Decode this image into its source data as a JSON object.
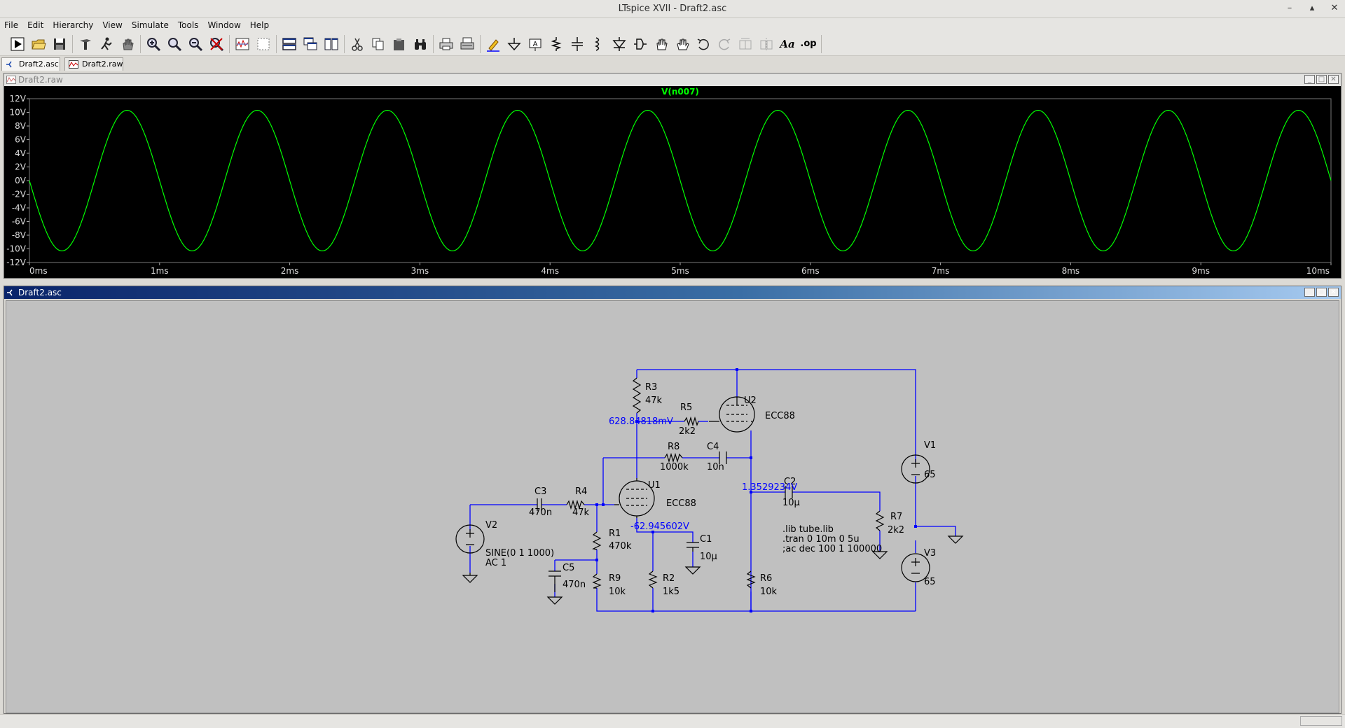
{
  "window": {
    "title": "LTspice XVII - Draft2.asc",
    "controls": [
      "–",
      "▴",
      "✕"
    ]
  },
  "menu": [
    "File",
    "Edit",
    "Hierarchy",
    "View",
    "Simulate",
    "Tools",
    "Window",
    "Help"
  ],
  "toolbar": {
    "icons": [
      "run-icon",
      "open-icon",
      "save-icon",
      "control-panel-icon",
      "halt-icon",
      "hand-icon",
      "zoom-in-icon",
      "zoom-box-icon",
      "zoom-out-icon",
      "zoom-cancel-icon",
      "autorange-icon",
      "fit-icon",
      "tile-horizontal-icon",
      "cascade-icon",
      "tile-vertical-icon",
      "cut-icon",
      "copy-icon",
      "paste-icon",
      "find-icon",
      "print-icon",
      "print-setup-icon",
      "draw-wire-icon",
      "ground-icon",
      "label-net-icon",
      "resistor-icon",
      "capacitor-icon",
      "inductor-icon",
      "diode-icon",
      "component-icon",
      "move-icon",
      "drag-icon",
      "undo-icon",
      "redo-icon",
      "rotate-icon",
      "mirror-icon",
      "text-icon",
      "spice-directive-icon"
    ],
    "text_icon_label": "Aa",
    "op_icon_label": ".op"
  },
  "tabs": [
    {
      "label": "Draft2.asc",
      "active": true
    },
    {
      "label": "Draft2.raw",
      "active": false
    }
  ],
  "waveform": {
    "window_title": "Draft2.raw",
    "trace_label": "V(n007)",
    "trace_color": "#00ff00",
    "y_ticks": [
      "12V",
      "10V",
      "8V",
      "6V",
      "4V",
      "2V",
      "0V",
      "-2V",
      "-4V",
      "-6V",
      "-8V",
      "-10V",
      "-12V"
    ],
    "x_ticks": [
      "0ms",
      "1ms",
      "2ms",
      "3ms",
      "4ms",
      "5ms",
      "6ms",
      "7ms",
      "8ms",
      "9ms",
      "10ms"
    ]
  },
  "chart_data": {
    "type": "line",
    "title": "V(n007)",
    "xlabel": "",
    "ylabel": "",
    "x_range_ms": [
      0,
      10
    ],
    "ylim": [
      -12,
      12
    ],
    "series": [
      {
        "name": "V(n007)",
        "color": "#00ff00",
        "waveform": "inverted sine",
        "amplitude_v": 10.3,
        "frequency_hz": 1000,
        "offset_v": 0
      }
    ],
    "grid": false
  },
  "schematic": {
    "window_title": "Draft2.asc",
    "wire_color": "#0000ff",
    "components": {
      "R3": {
        "name": "R3",
        "value": "47k"
      },
      "R5": {
        "name": "R5",
        "value": "2k2"
      },
      "U2": {
        "name": "U2",
        "value": "ECC88"
      },
      "R8": {
        "name": "R8",
        "value": "1000k"
      },
      "C4": {
        "name": "C4",
        "value": "10n"
      },
      "V1": {
        "name": "V1",
        "value": "65"
      },
      "C3": {
        "name": "C3",
        "value": "470n"
      },
      "R4": {
        "name": "R4",
        "value": "47k"
      },
      "U1": {
        "name": "U1",
        "value": "ECC88"
      },
      "C2": {
        "name": "C2",
        "value": "10µ"
      },
      "V2": {
        "name": "V2",
        "value": "SINE(0 1 1000)",
        "value2": "AC 1"
      },
      "R1": {
        "name": "R1",
        "value": "470k"
      },
      "C1": {
        "name": "C1",
        "value": "10µ"
      },
      "R7": {
        "name": "R7",
        "value": "2k2"
      },
      "C5": {
        "name": "C5",
        "value": "470n"
      },
      "R9": {
        "name": "R9",
        "value": "10k"
      },
      "R2": {
        "name": "R2",
        "value": "1k5"
      },
      "R6": {
        "name": "R6",
        "value": "10k"
      },
      "V3": {
        "name": "V3",
        "value": "65"
      }
    },
    "node_voltages": {
      "n1": "628.84818mV",
      "n2": "-62.945602V",
      "n3": "1.3529234V"
    },
    "directives": [
      ".lib tube.lib",
      ".tran 0 10m 0 5u",
      ";ac dec 100 1 100000"
    ]
  }
}
